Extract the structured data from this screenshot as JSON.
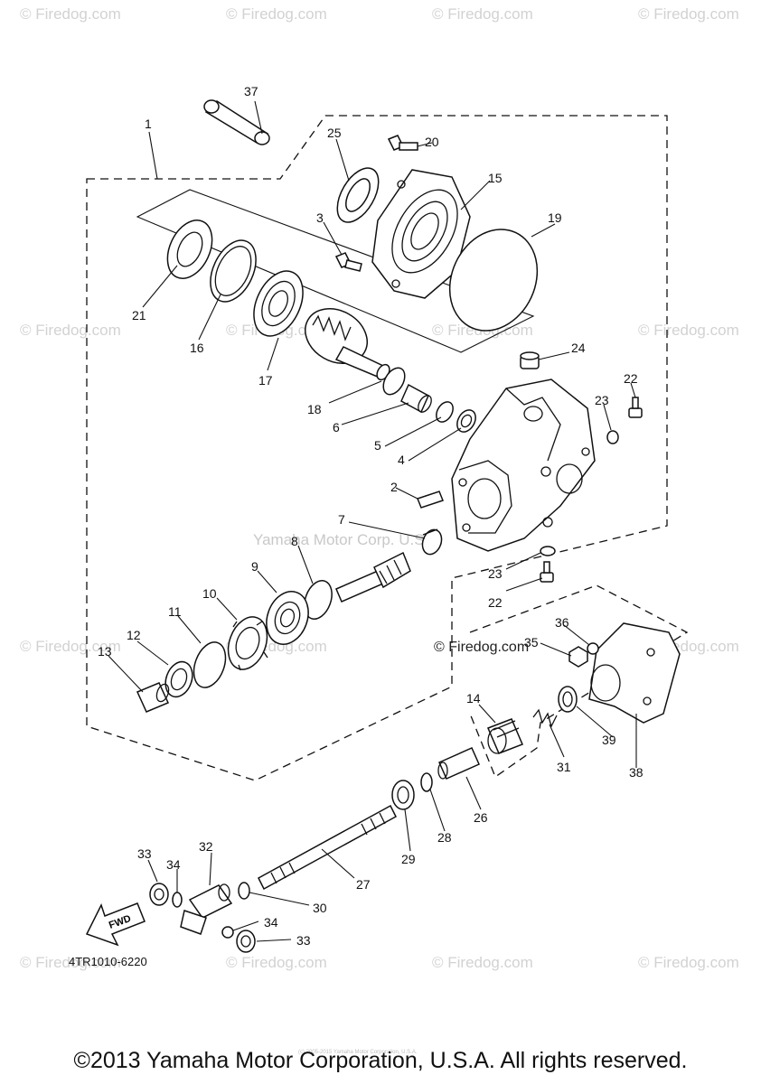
{
  "watermark": {
    "text": "© Firedog.com",
    "center_text": "Yamaha Motor Corp. U.S.A.",
    "inline_text": "© Firedog.com"
  },
  "diagram_code": "4TR1010-6220",
  "fwd_label": "FWD",
  "tiny_text": "(c) 2005-2015 Yamaha Motor Corporation, U.S.A.",
  "footer": "©2013 Yamaha Motor Corporation, U.S.A. All rights reserved.",
  "callouts": [
    "1",
    "2",
    "3",
    "4",
    "5",
    "6",
    "7",
    "8",
    "9",
    "10",
    "11",
    "12",
    "13",
    "14",
    "15",
    "16",
    "17",
    "18",
    "19",
    "20",
    "21",
    "22",
    "23",
    "24",
    "25",
    "26",
    "27",
    "28",
    "29",
    "30",
    "31",
    "32",
    "33",
    "34",
    "35",
    "36",
    "37",
    "38",
    "39"
  ]
}
